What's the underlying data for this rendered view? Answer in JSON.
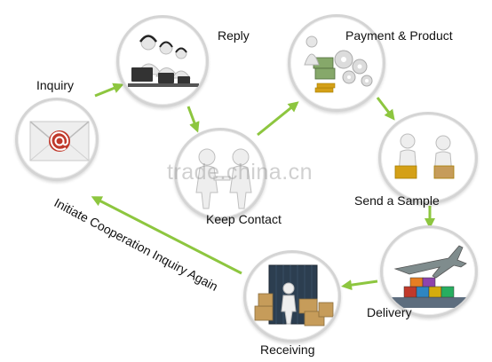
{
  "steps": {
    "inquiry": "Inquiry",
    "reply": "Reply",
    "payment_product": "Payment & Product",
    "keep_contact": "Keep Contact",
    "send_sample": "Send a Sample",
    "delivery": "Delivery",
    "receiving": "Receiving",
    "restart": "Initiate Cooperation Inquiry Again"
  },
  "watermark": "trade.china.cn",
  "colors": {
    "arrow": "#8dc63f",
    "circle_border": "#d4d4d4",
    "envelope_at": "#c0392b"
  },
  "icons": {
    "inquiry": "email-envelope-icon",
    "reply": "call-center-icon",
    "payment_product": "money-gears-icon",
    "keep_contact": "handshake-figures-icon",
    "send_sample": "sample-boxes-icon",
    "delivery": "plane-ship-icon",
    "receiving": "container-boxes-icon"
  }
}
